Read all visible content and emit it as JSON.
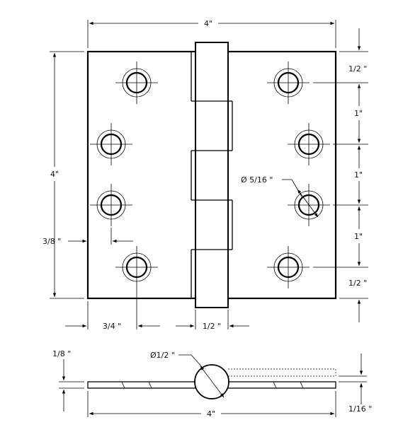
{
  "dimensions": {
    "top_width": "4\"",
    "left_height": "4\"",
    "edge_to_hole_bottom": "3/8 \"",
    "hole_offset_x": "3/4 \"",
    "knuckle_width": "1/2 \"",
    "right_top": "1/2 \"",
    "right_1": "1\"",
    "right_2": "1\"",
    "right_3": "1\"",
    "right_bottom": "1/2 \"",
    "hole_diameter": "Ø 5/16 \"",
    "leaf_thickness": "1/8 \"",
    "pin_diameter": "Ø1/2 \"",
    "side_width": "4\"",
    "side_gap": "1/16 \""
  },
  "icons": {
    "hinge_front_view": "hinge-front-view",
    "hinge_side_view": "hinge-side-view",
    "screw_hole": "countersunk-screw-hole"
  }
}
